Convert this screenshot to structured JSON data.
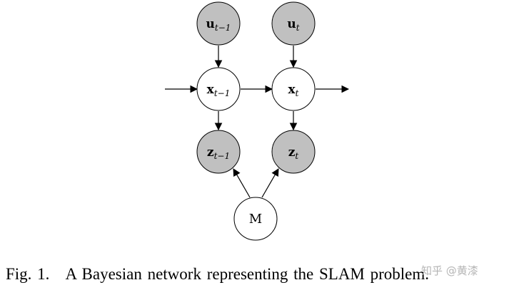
{
  "colors": {
    "observed_fill": "#c0c0c0",
    "latent_fill": "#ffffff",
    "stroke": "#000000"
  },
  "nodes": {
    "u_prev": {
      "main": "u",
      "sub": "t−1"
    },
    "u_curr": {
      "main": "u",
      "sub": "t"
    },
    "x_prev": {
      "main": "x",
      "sub": "t−1"
    },
    "x_curr": {
      "main": "x",
      "sub": "t"
    },
    "z_prev": {
      "main": "z",
      "sub": "t−1"
    },
    "z_curr": {
      "main": "z",
      "sub": "t"
    },
    "map": {
      "main": "M",
      "sub": ""
    }
  },
  "caption": {
    "fig_label": "Fig. 1.",
    "text": "A Bayesian network representing the SLAM problem."
  },
  "watermark": "知乎 @黄漆"
}
